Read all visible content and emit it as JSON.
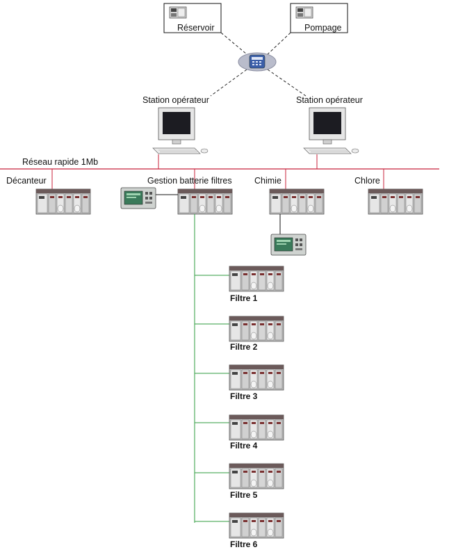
{
  "labels": {
    "reservoir": "Réservoir",
    "pompage": "Pompage",
    "station_left": "Station opérateur",
    "station_right": "Station opérateur",
    "network": "Réseau rapide 1Mb",
    "decanteur": "Décanteur",
    "gestion": "Gestion batterie filtres",
    "chimie": "Chimie",
    "chlore": "Chlore"
  },
  "filters": [
    "Filtre 1",
    "Filtre 2",
    "Filtre 3",
    "Filtre 4",
    "Filtre 5",
    "Filtre 6"
  ],
  "colors": {
    "network_line": "#c8223a",
    "filter_bus": "#2e9b3c",
    "link_dashed": "#222222",
    "plc_body": "#d8d8d8",
    "plc_dark": "#4a3a3a",
    "terminal_screen": "#3a7a5a",
    "hub": "#b9bccb"
  },
  "icons": {
    "hub": "modem-hub-icon",
    "plc": "plc-rack-icon",
    "terminal": "operator-terminal-icon",
    "workstation": "workstation-icon",
    "remote": "remote-unit-icon"
  }
}
